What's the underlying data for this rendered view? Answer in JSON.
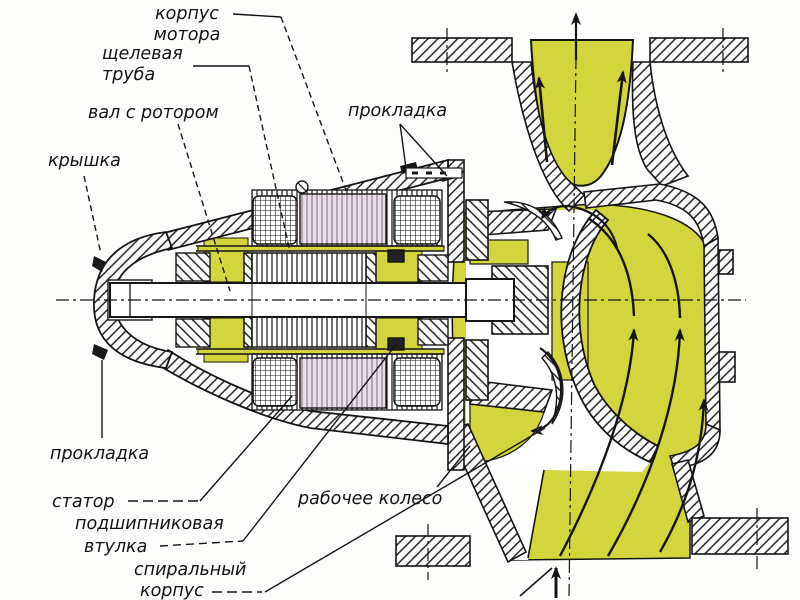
{
  "diagram": {
    "kind": "circulation-pump-cross-section",
    "colors": {
      "flow_fill": "#d2d53c",
      "winding_fill": "#eddcec",
      "line": "#151515",
      "background": "#fdfdfb"
    },
    "icons": {
      "flow-arrow": "filled triangle arrow",
      "axis-line": "dash-dot centerline"
    },
    "labels": [
      {
        "id": "motor-housing",
        "lines": [
          "корпус",
          "мотора"
        ]
      },
      {
        "id": "slot-tube",
        "lines": [
          "щелевая",
          "труба"
        ]
      },
      {
        "id": "shaft-with-rotor",
        "lines": [
          "вал с ротором"
        ]
      },
      {
        "id": "cover",
        "lines": [
          "крышка"
        ]
      },
      {
        "id": "gasket-top",
        "lines": [
          "прокладка"
        ]
      },
      {
        "id": "gasket-bottom",
        "lines": [
          "прокладка"
        ]
      },
      {
        "id": "stator",
        "lines": [
          "статор"
        ]
      },
      {
        "id": "bearing-bushing",
        "lines": [
          "подшипниковая",
          "втулка"
        ]
      },
      {
        "id": "spiral-housing",
        "lines": [
          "спиральный",
          "корпус"
        ]
      },
      {
        "id": "impeller",
        "lines": [
          "рабочее колесо"
        ]
      }
    ]
  }
}
